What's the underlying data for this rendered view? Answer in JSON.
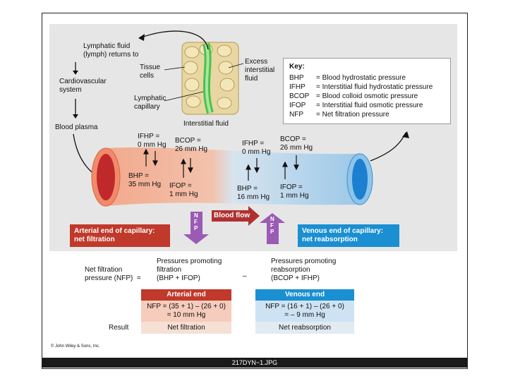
{
  "labels": {
    "lymph_return": "Lymphatic fluid\n(lymph) returns to",
    "cardio": "Cardiovascular\nsystem",
    "blood_plasma": "Blood plasma",
    "tissue_cells": "Tissue\ncells",
    "lymph_cap": "Lymphatic\ncapillary",
    "excess": "Excess\ninterstitial\nfluid",
    "interstitial": "Interstitial fluid",
    "ifhp_art": "IFHP =\n0 mm Hg",
    "bcop_art": "BCOP =\n26 mm Hg",
    "bhp_art": "BHP =\n35 mm Hg",
    "ifop_art": "IFOP =\n1 mm Hg",
    "ifhp_ven": "IFHP =\n0 mm Hg",
    "bcop_ven": "BCOP =\n26 mm Hg",
    "bhp_ven": "BHP =\n16 mm Hg",
    "ifop_ven": "IFOP =\n1 mm Hg",
    "nfp_letters": "N\nF\nP",
    "blood_flow": "Blood flow"
  },
  "key": {
    "heading": "Key:",
    "rows": [
      {
        "abbr": "BHP",
        "def": "= Blood hydrostatic pressure"
      },
      {
        "abbr": "IFHP",
        "def": "= Interstitial fluid hydrostatic pressure"
      },
      {
        "abbr": "BCOP",
        "def": "= Blood colloid osmotic pressure"
      },
      {
        "abbr": "IFOP",
        "def": "= Interstitial fluid osmotic pressure"
      },
      {
        "abbr": "NFP",
        "def": "= Net filtration pressure"
      }
    ]
  },
  "banners": {
    "arterial": "Arterial end of capillary:\nnet filtration",
    "venous": "Venous end of capillary:\nnet reabsorption"
  },
  "table": {
    "nfp_label": "Net filtration\npressure (NFP)  =",
    "promote_filtration": "Pressures promoting\nfiltration\n(BHP + IFOP)",
    "promote_reabsorption": "Pressures promoting\nreabsorption\n(BCOP + IFHP)",
    "minus": "–",
    "arterial_header": "Arterial end",
    "venous_header": "Venous end",
    "arterial_calc": "NFP = (35 + 1) – (26 + 0)\n= 10 mm Hg",
    "venous_calc": "NFP = (16 + 1) – (26 + 0)\n= – 9 mm Hg",
    "result_label": "Result",
    "arterial_result": "Net filtration",
    "venous_result": "Net reabsorption"
  },
  "copyright": "© John Wiley & Sons, Inc.",
  "filename": "217DYN~1.JPG",
  "colors": {
    "arterial": "#c0392b",
    "venous": "#1a8fd1",
    "nfp_arrow": "#9b59b6",
    "flow_arrow": "#b03030"
  }
}
